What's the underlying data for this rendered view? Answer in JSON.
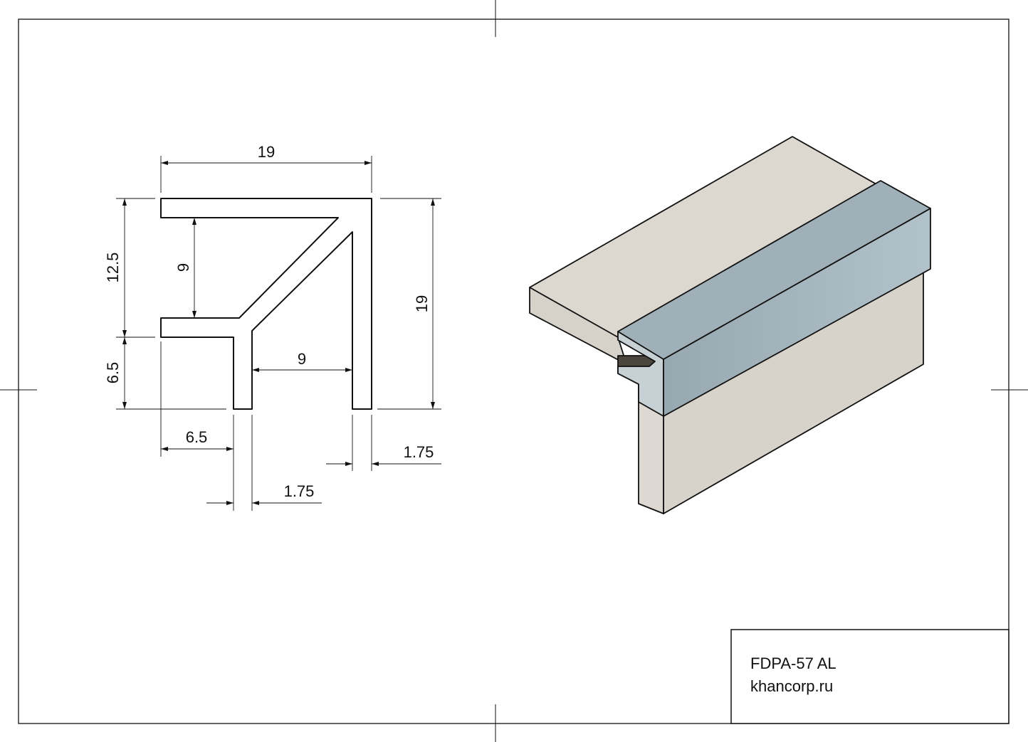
{
  "title_block": {
    "part_number": "FDPA-57 AL",
    "website": "khancorp.ru"
  },
  "dimensions": {
    "overall_width": "19",
    "overall_height": "19",
    "upper_section_height": "12.5",
    "lower_section_height": "6.5",
    "inner_gap_vertical": "9",
    "inner_gap_horizontal": "9",
    "stem_offset": "6.5",
    "stem_thickness": "1.75",
    "wall_thickness": "1.75"
  },
  "colors": {
    "profile": "#9fb0b8",
    "material": "#d8d4cc",
    "line": "#111111"
  }
}
